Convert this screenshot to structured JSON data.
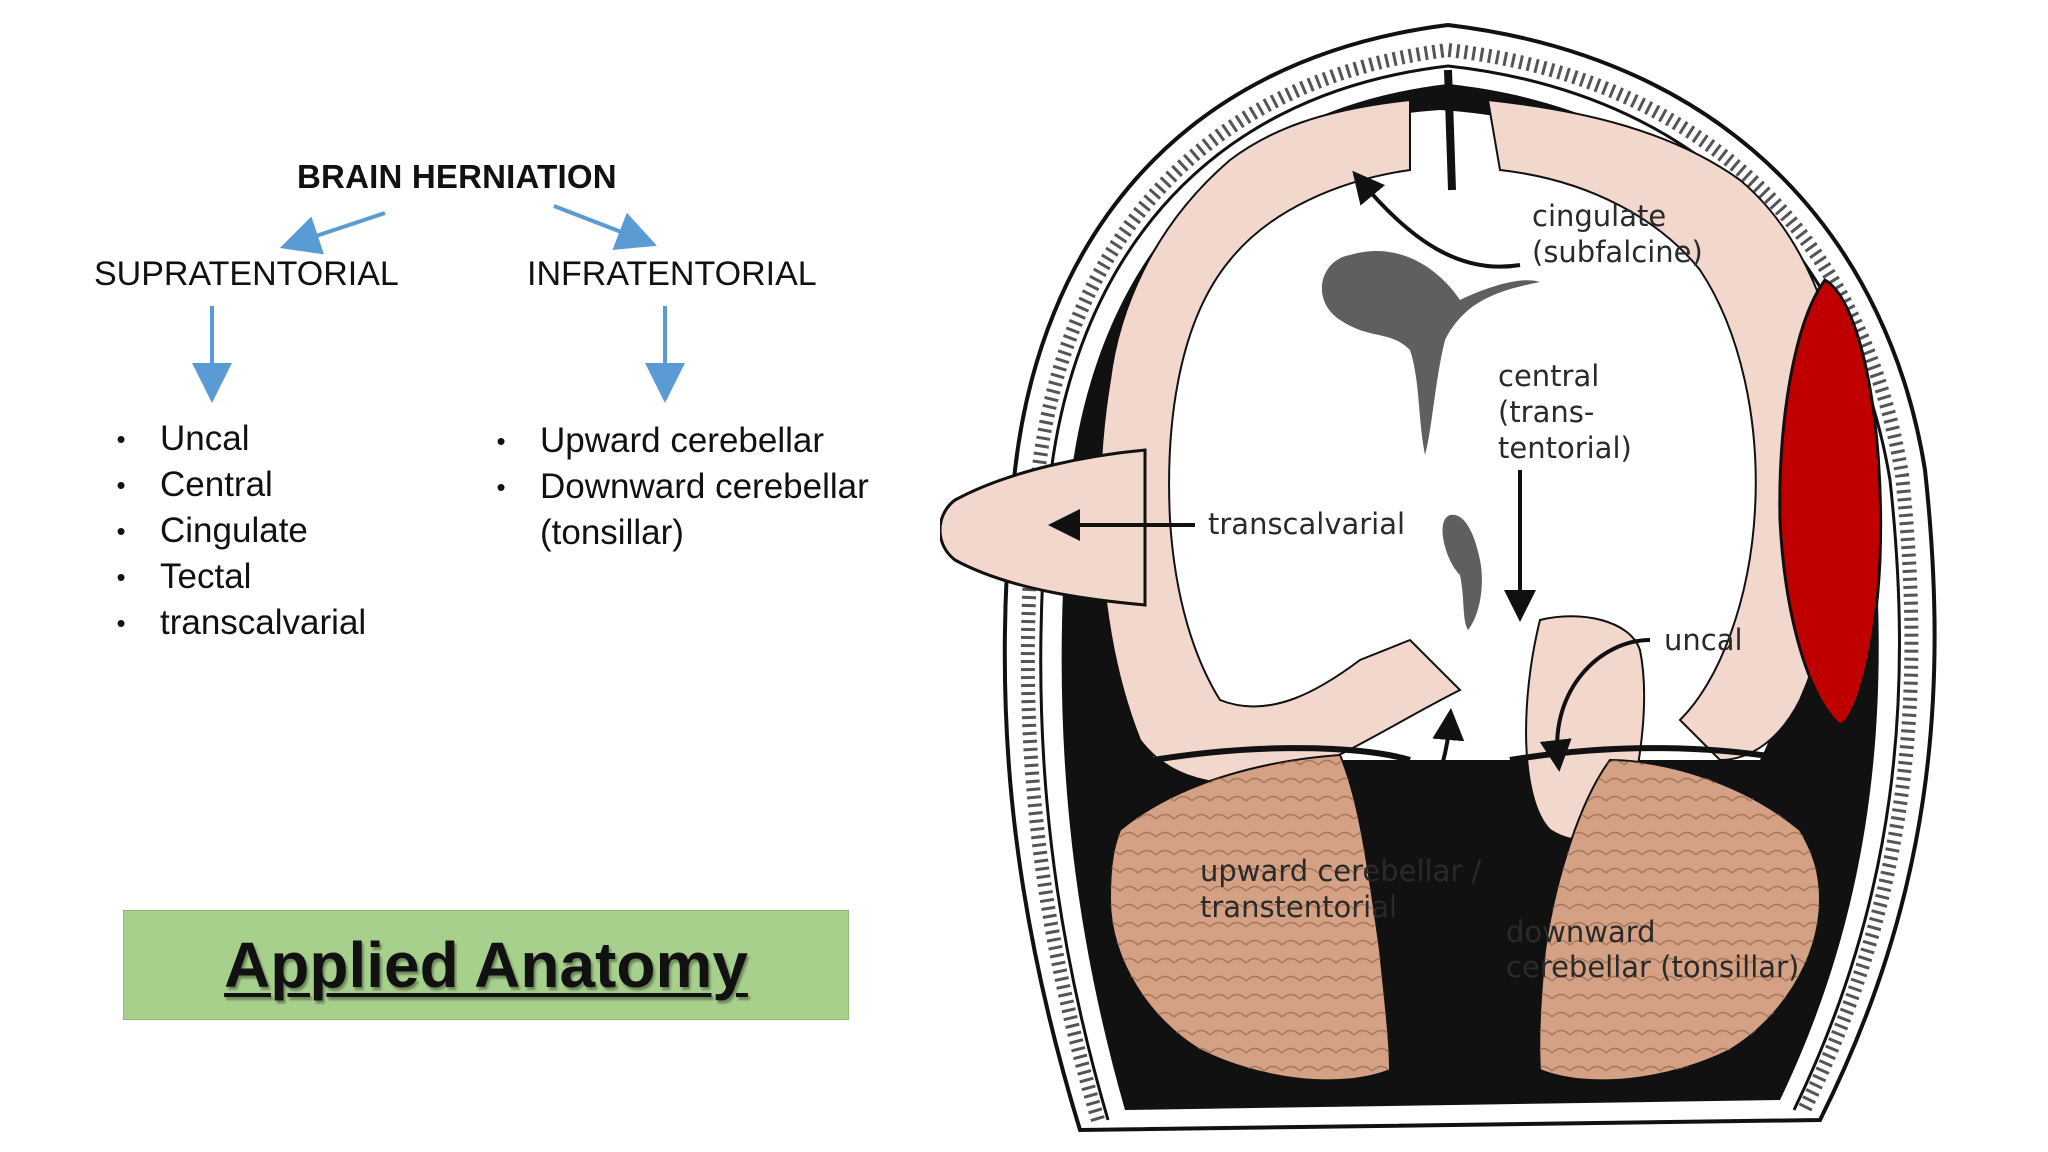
{
  "title": "BRAIN HERNIATION",
  "branches": {
    "supratentorial": {
      "label": "SUPRATENTORIAL",
      "items": [
        "Uncal",
        "Central",
        "Cingulate",
        "Tectal",
        "transcalvarial"
      ]
    },
    "infratentorial": {
      "label": "INFRATENTORIAL",
      "items": [
        "Upward cerebellar",
        "Downward cerebellar (tonsillar)"
      ]
    }
  },
  "bullet_glyph": "•",
  "applied_anatomy": "Applied Anatomy",
  "diagram": {
    "labels": {
      "cingulate_1": "cingulate",
      "cingulate_2": "(subfalcine)",
      "central_1": "central",
      "central_2": "(trans-",
      "central_3": "tentorial)",
      "transcalvarial": "transcalvarial",
      "uncal": "uncal",
      "upward_1": "upward cerebellar /",
      "upward_2": "transtentorial",
      "downward_1": "downward",
      "downward_2": "cerebellar (tonsillar)"
    }
  },
  "colors": {
    "arrow_blue": "#5b9bd5",
    "applied_box": "#a8d08d",
    "brain_tissue": "#f2d7cd",
    "cerebellum": "#d4a184",
    "hematoma": "#c00000",
    "ventricle": "#5f5f5f",
    "dura_black": "#111111"
  }
}
